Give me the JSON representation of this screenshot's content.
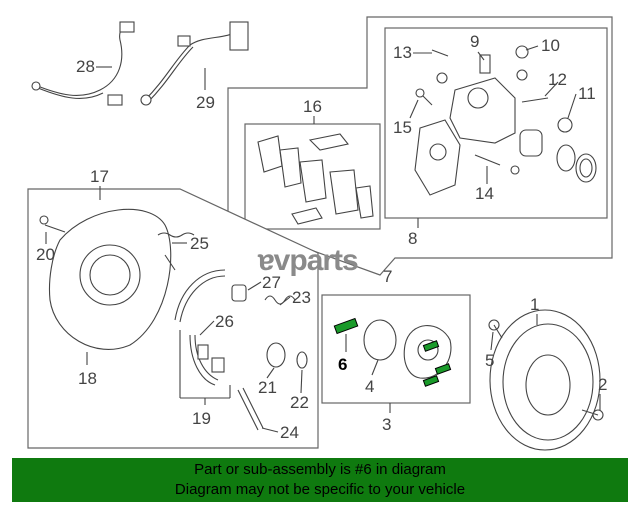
{
  "diagram": {
    "watermark": "ɐvparts",
    "callouts": {
      "c1": "1",
      "c2": "2",
      "c3": "3",
      "c4": "4",
      "c5": "5",
      "c6": "6",
      "c7": "7",
      "c8": "8",
      "c9": "9",
      "c10": "10",
      "c11": "11",
      "c12": "12",
      "c13": "13",
      "c14": "14",
      "c15": "15",
      "c16": "16",
      "c17": "17",
      "c18": "18",
      "c19": "19",
      "c20": "20",
      "c21": "21",
      "c22": "22",
      "c23": "23",
      "c24": "24",
      "c25": "25",
      "c26": "26",
      "c27": "27",
      "c28": "28",
      "c29": "29"
    },
    "highlighted_part": "6",
    "highlight_color": "#1a9a2a"
  },
  "footer": {
    "line1": "Part or sub-assembly is #6 in diagram",
    "line2": "Diagram may not be specific to your vehicle",
    "background": "#0f7a0f"
  }
}
